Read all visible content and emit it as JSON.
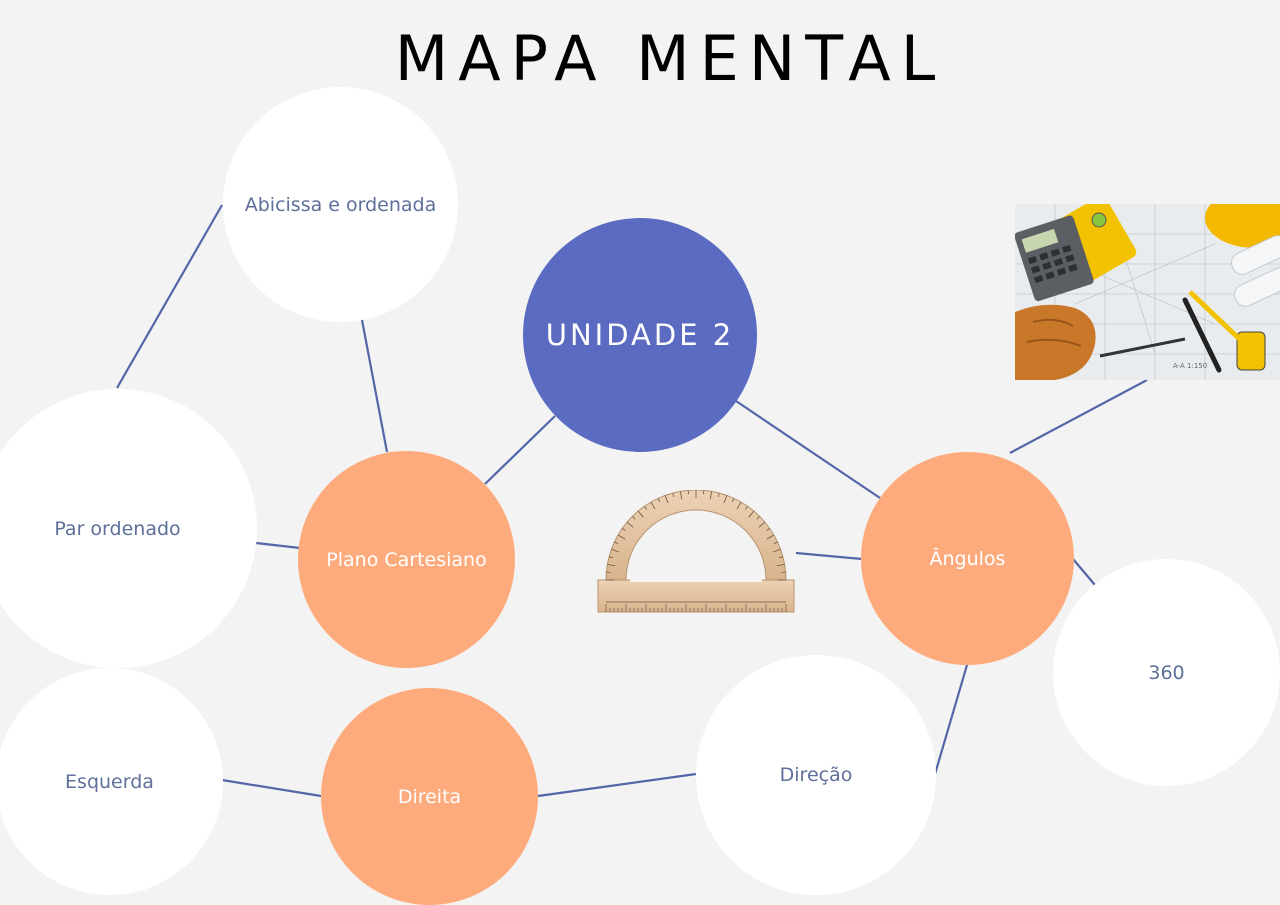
{
  "title": "MAPA MENTAL",
  "nodes": {
    "center": "UNIDADE 2",
    "abicissa": "Abicissa e ordenada",
    "par": "Par ordenado",
    "plano": "Plano Cartesiano",
    "angulos": "Ângulos",
    "n360": "360",
    "esquerda": "Esquerda",
    "direita": "Direita",
    "direcao": "Direção"
  },
  "tools_image": {
    "scale_label": "A-A  1:150"
  },
  "colors": {
    "background": "#f3f3f3",
    "center_node": "#5a6bc1",
    "orange_node": "#fdab7c",
    "white_node": "#ffffff",
    "white_text": "#5e6f99",
    "connector": "#5466a8"
  },
  "icons": [
    "protractor-icon",
    "engineering-tools-photo"
  ]
}
